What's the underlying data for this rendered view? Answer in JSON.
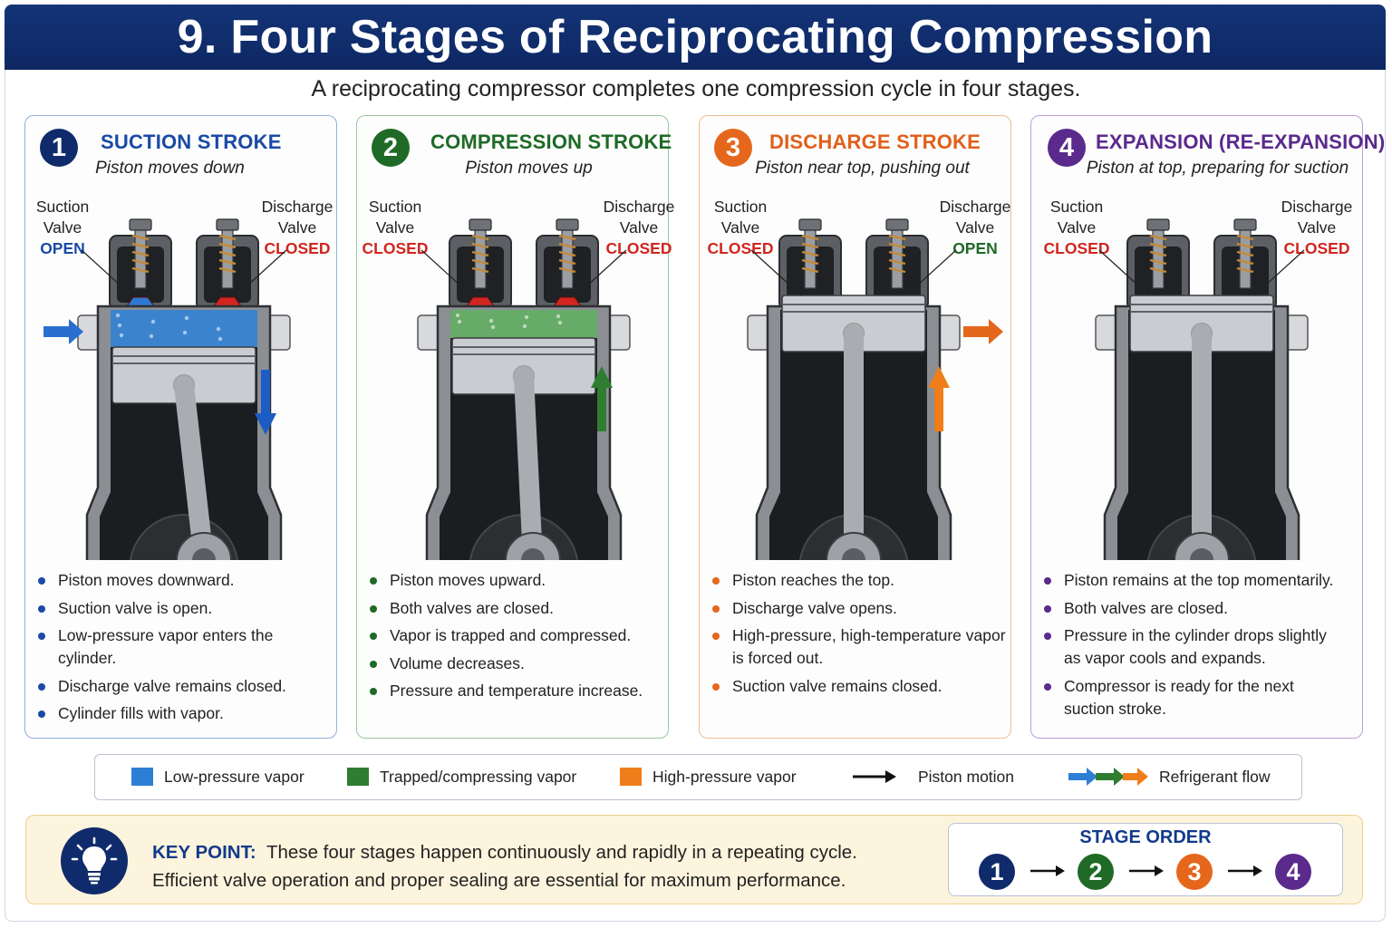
{
  "title": "9. Four Stages of Reciprocating Compression",
  "subtitle": "A reciprocating compressor completes one compression cycle in four stages.",
  "colors": {
    "navy": "#0f2b6b",
    "blue": "#1d5cc4",
    "green": "#1f6a26",
    "orange": "#e5671b",
    "purple": "#5a2a8c",
    "red": "#d0261f"
  },
  "stages": [
    {
      "number": "1",
      "title": "SUCTION STROKE",
      "subtitle": "Piston moves down",
      "suction_label": [
        "Suction",
        "Valve"
      ],
      "suction_state": "OPEN",
      "discharge_label": [
        "Discharge",
        "Valve"
      ],
      "discharge_state": "CLOSED",
      "bullets": [
        "Piston moves downward.",
        "Suction valve is open.",
        "Low-pressure vapor enters the cylinder.",
        "Discharge valve remains closed.",
        "Cylinder fills with vapor."
      ]
    },
    {
      "number": "2",
      "title": "COMPRESSION STROKE",
      "subtitle": "Piston moves up",
      "suction_label": [
        "Suction",
        "Valve"
      ],
      "suction_state": "CLOSED",
      "discharge_label": [
        "Discharge",
        "Valve"
      ],
      "discharge_state": "CLOSED",
      "bullets": [
        "Piston moves upward.",
        "Both valves are closed.",
        "Vapor is trapped and compressed.",
        "Volume decreases.",
        "Pressure and temperature increase."
      ]
    },
    {
      "number": "3",
      "title": "DISCHARGE STROKE",
      "subtitle": "Piston near top, pushing out",
      "suction_label": [
        "Suction",
        "Valve"
      ],
      "suction_state": "CLOSED",
      "discharge_label": [
        "Discharge",
        "Valve"
      ],
      "discharge_state": "OPEN",
      "bullets": [
        "Piston reaches the top.",
        "Discharge valve opens.",
        "High-pressure, high-temperature vapor is forced out.",
        "Suction valve remains closed."
      ]
    },
    {
      "number": "4",
      "title": "EXPANSION (RE-EXPANSION)",
      "subtitle": "Piston at top, preparing for suction",
      "suction_label": [
        "Suction",
        "Valve"
      ],
      "suction_state": "CLOSED",
      "discharge_label": [
        "Discharge",
        "Valve"
      ],
      "discharge_state": "CLOSED",
      "bullets": [
        "Piston remains at the top momentarily.",
        "Both valves are closed.",
        "Pressure in the cylinder drops slightly as vapor cools and expands.",
        "Compressor is ready for the next suction stroke."
      ]
    }
  ],
  "legend": [
    {
      "label": "Low-pressure vapor",
      "icon": "blue-swatch"
    },
    {
      "label": "Trapped/compressing vapor",
      "icon": "green-swatch"
    },
    {
      "label": "High-pressure vapor",
      "icon": "orange-swatch"
    },
    {
      "label": "Piston motion",
      "icon": "black-arrow-icon"
    },
    {
      "label": "Refrigerant flow",
      "icon": "tricolor-arrow-icon"
    }
  ],
  "key_point": {
    "label": "KEY POINT:",
    "line1": "These four stages happen continuously and rapidly in a repeating cycle.",
    "line2": "Efficient valve operation and proper sealing are essential for maximum performance."
  },
  "stage_order": {
    "title": "STAGE ORDER",
    "items": [
      "1",
      "2",
      "3",
      "4"
    ]
  }
}
